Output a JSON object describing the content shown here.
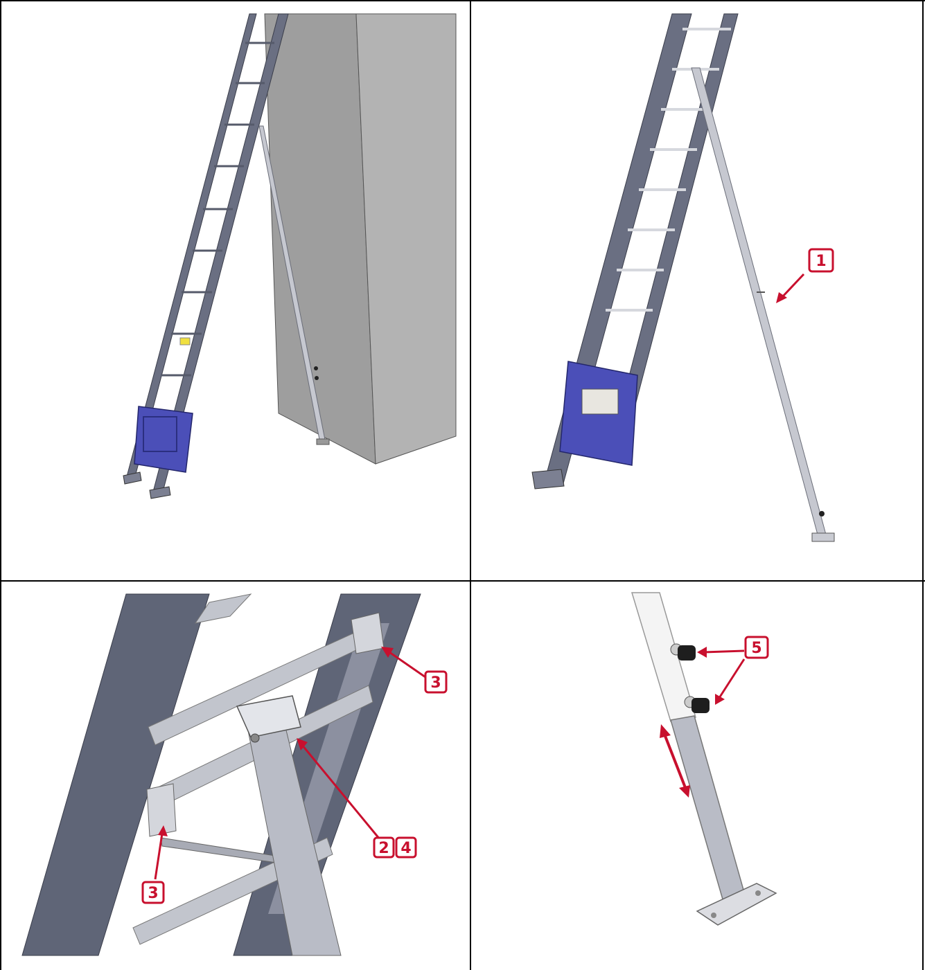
{
  "figure": {
    "panels": [
      {
        "id": "panel-1",
        "description_kind": "ladder-lift-overview"
      },
      {
        "id": "panel-2",
        "description_kind": "ladder-with-support-strut",
        "callouts": [
          {
            "label": "1"
          }
        ]
      },
      {
        "id": "panel-3",
        "description_kind": "strut-clamp-detail",
        "callouts": [
          {
            "label": "3"
          },
          {
            "label": "2"
          },
          {
            "label": "4"
          },
          {
            "label": "3"
          }
        ]
      },
      {
        "id": "panel-4",
        "description_kind": "strut-foot-adjustment",
        "callouts": [
          {
            "label": "5"
          }
        ]
      }
    ]
  },
  "colors": {
    "callout": "#c8102e",
    "metal_dark": "#5f6577",
    "metal_light": "#b9bcc6",
    "wall": "#a9a9a9",
    "carriage": "#4b4fb8"
  }
}
